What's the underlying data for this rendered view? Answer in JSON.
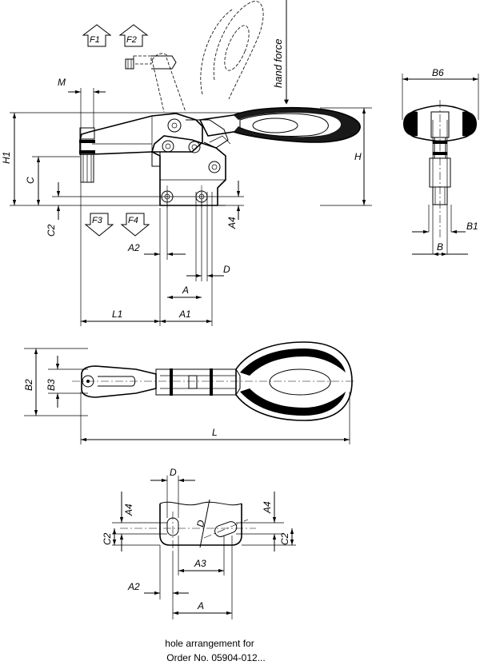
{
  "dimensions": {
    "M": "M",
    "H1": "H1",
    "C": "C",
    "C2": "C2",
    "H": "H",
    "A4": "A4",
    "A2": "A2",
    "D": "D",
    "A": "A",
    "L1": "L1",
    "A1": "A1",
    "B6": "B6",
    "B1": "B1",
    "B": "B",
    "B2": "B2",
    "B3": "B3",
    "L": "L",
    "A3": "A3"
  },
  "forces": {
    "F1": "F1",
    "F2": "F2",
    "F3": "F3",
    "F4": "F4"
  },
  "hand_force_label": "hand force",
  "caption": {
    "line1": "hole arrangement for",
    "line2": "Order No. 05904-012..."
  }
}
